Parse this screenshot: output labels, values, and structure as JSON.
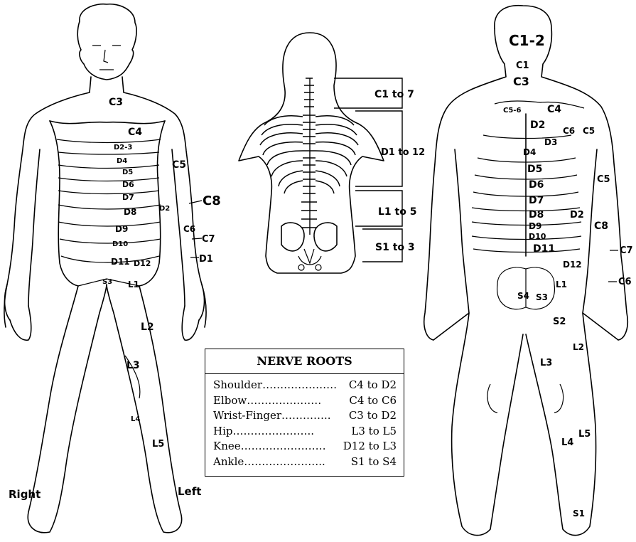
{
  "table": {
    "title": "NERVE ROOTS",
    "rows": [
      {
        "name": "Shoulder",
        "dots": "…………………",
        "range": "C4 to D2"
      },
      {
        "name": "Elbow",
        "dots": "…………………",
        "range": "C4 to C6"
      },
      {
        "name": "Wrist-Finger",
        "dots": "…………..",
        "range": "C3 to D2"
      },
      {
        "name": "Hip",
        "dots": "…………………..",
        "range": "L3 to L5"
      },
      {
        "name": "Knee",
        "dots": "……………………",
        "range": "D12 to L3"
      },
      {
        "name": "Ankle",
        "dots": "…………………..",
        "range": "S1 to S4"
      }
    ]
  },
  "front": {
    "side_right": "Right",
    "side_left": "Left",
    "labels": [
      "C3",
      "C4",
      "D2-3",
      "D4",
      "D5",
      "D6",
      "D7",
      "D8",
      "D9",
      "D10",
      "D11",
      "D12",
      "S3",
      "L1",
      "L2",
      "L3",
      "L4",
      "L5",
      "C5",
      "C8",
      "C6",
      "C7",
      "D1",
      "D2"
    ]
  },
  "spine": {
    "brackets": [
      "C1 to 7",
      "D1 to 12",
      "L1 to 5",
      "S1 to 3"
    ]
  },
  "back": {
    "labels": [
      "C1-2",
      "C1",
      "C3",
      "C5-6",
      "C4",
      "D2",
      "C6",
      "C5",
      "D3",
      "D4",
      "D5",
      "D6",
      "D7",
      "D8",
      "D9",
      "D10",
      "D11",
      "D12",
      "C5",
      "D2",
      "C8",
      "C7",
      "C6",
      "L1",
      "S4",
      "S3",
      "S2",
      "L2",
      "L3",
      "L4",
      "L5",
      "S1"
    ]
  }
}
